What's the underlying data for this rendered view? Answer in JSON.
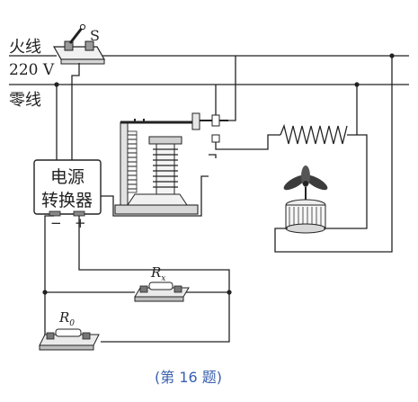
{
  "labels": {
    "live_wire": "火线",
    "voltage": "220 V",
    "neutral_wire": "零线",
    "switch": "S",
    "converter_line1": "电源",
    "converter_line2": "转换器",
    "minus": "−",
    "plus": "+",
    "rx": "R",
    "rx_sub": "x",
    "r0": "R",
    "r0_sub": "0",
    "caption": "(第 16 题)"
  }
}
